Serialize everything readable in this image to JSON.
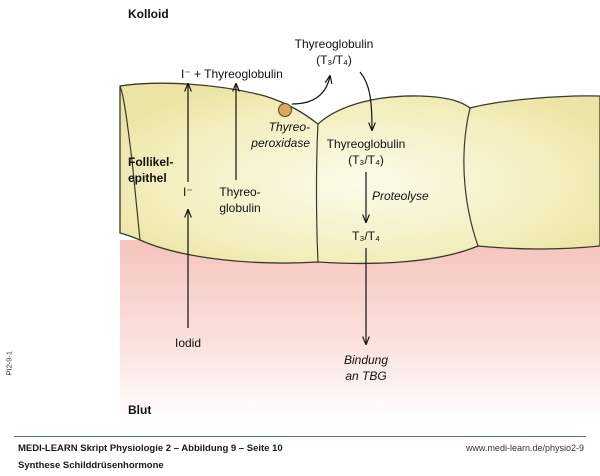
{
  "labels": {
    "kolloid": "Kolloid",
    "blut": "Blut",
    "follikel_line1": "Follikel-",
    "follikel_line2": "epithel",
    "iodine_plus_tg": "I⁻ + Thyreoglobulin",
    "tg_top_line1": "Thyreoglobulin",
    "tg_top_line2": "(T₃/T₄)",
    "peroxidase_line1": "Thyreo-",
    "peroxidase_line2": "peroxidase",
    "tg_mid_line1": "Thyreoglobulin",
    "tg_mid_line2": "(T₃/T₄)",
    "iodide_ion": "I⁻",
    "globulin_line1": "Thyreo-",
    "globulin_line2": "globulin",
    "proteolyse": "Proteolyse",
    "t3t4": "T₃/T₄",
    "iodid": "Iodid",
    "bindung_line1": "Bindung",
    "bindung_line2": "an TBG"
  },
  "footer": {
    "caption": "MEDI-LEARN Skript Physiologie 2 – Abbildung 9 – Seite 10",
    "url": "www.medi-learn.de/physio2-9",
    "subtitle": "Synthese Schilddrüsenhormone",
    "figure_id": "PI2-9-1"
  },
  "colors": {
    "cell_fill": "#f2edb8",
    "cell_center": "#fbf8e4",
    "cell_stroke": "#3a3a2a",
    "blood": "#f7c9c3",
    "enzyme_dot": "#d9a860",
    "rule_line": "#4a6fa5"
  }
}
